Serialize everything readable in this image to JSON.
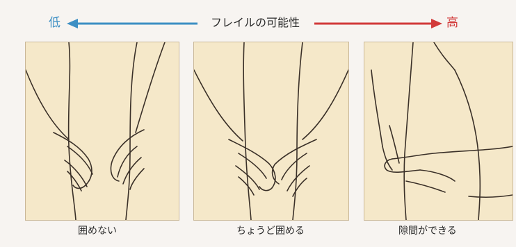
{
  "scale": {
    "low_label": "低",
    "title": "フレイルの可能性",
    "high_label": "高",
    "low_color": "#3d8fc4",
    "high_color": "#d23a3a"
  },
  "panels": [
    {
      "caption": "囲めない"
    },
    {
      "caption": "ちょうど囲める"
    },
    {
      "caption": "隙間ができる"
    }
  ],
  "colors": {
    "skin": "#f5e8c9",
    "outline": "#3a3028"
  }
}
